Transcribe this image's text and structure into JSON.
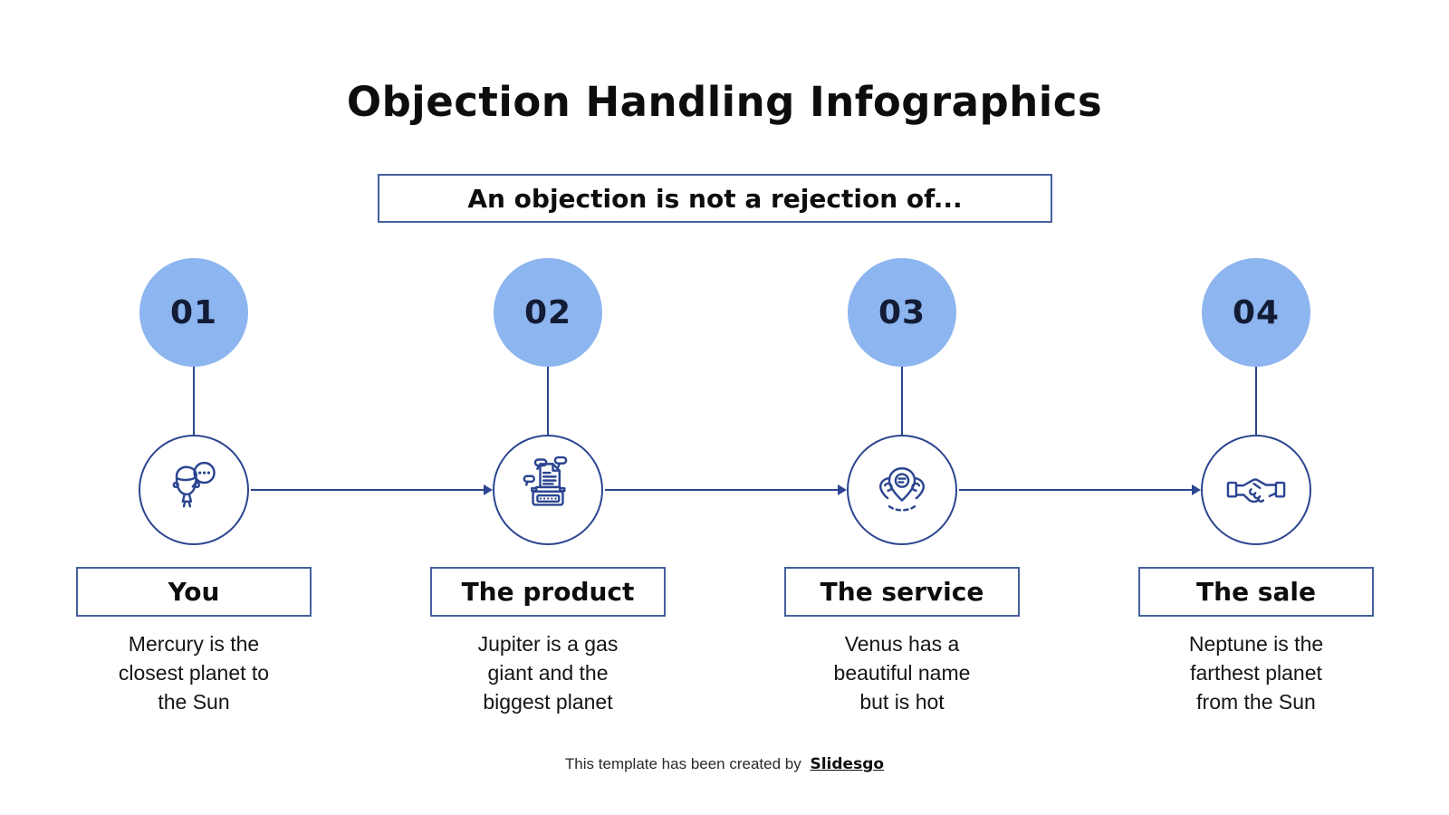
{
  "title": "Objection Handling Infographics",
  "subtitle": "An objection is not a rejection of...",
  "steps": [
    {
      "number": "01",
      "label": "You",
      "description": "Mercury is the\nclosest planet to\nthe Sun",
      "icon": "person-talking-icon"
    },
    {
      "number": "02",
      "label": "The product",
      "description": "Jupiter is a gas\ngiant and the\nbiggest planet",
      "icon": "typewriter-icon"
    },
    {
      "number": "03",
      "label": "The service",
      "description": "Venus has a\nbeautiful name\nbut is hot",
      "icon": "location-pins-chat-icon"
    },
    {
      "number": "04",
      "label": "The sale",
      "description": "Neptune is the\nfarthest planet\nfrom the Sun",
      "icon": "handshake-icon"
    }
  ],
  "footer": {
    "text": "This template has been created by",
    "brand": "Slidesgo"
  },
  "colors": {
    "accent_circle": "#8DB5EF",
    "line_navy": "#2B4590",
    "box_border": "#44609F",
    "number_text": "#131B35",
    "body_text": "#0E0E0E"
  }
}
